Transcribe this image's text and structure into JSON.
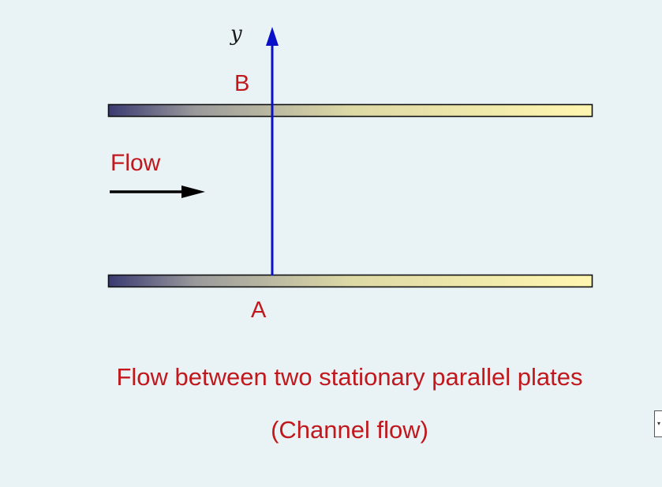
{
  "labels": {
    "axis": "y",
    "top_point": "B",
    "bottom_point": "A",
    "flow": "Flow"
  },
  "caption": {
    "line1": "Flow between two stationary parallel plates",
    "line2": "(Channel flow)"
  },
  "colors": {
    "background": "#e9f3f6",
    "label_text": "#c0181c",
    "axis_arrow": "#0a10c8",
    "flow_arrow": "#000000",
    "plate_gradient_start": "#3a3a72",
    "plate_gradient_end": "#fff7b0",
    "plate_border": "#111111"
  }
}
